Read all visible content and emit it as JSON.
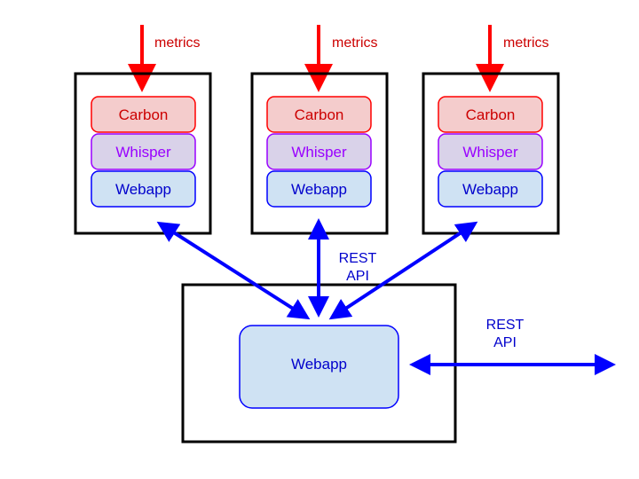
{
  "colors": {
    "metrics_arrow": "#ff0000",
    "api_arrow": "#0000ff",
    "container_border": "#000000",
    "carbon_fill": "#f4cccc",
    "carbon_stroke": "#ff0000",
    "carbon_text": "#cc0000",
    "whisper_fill": "#d9d2e9",
    "whisper_stroke": "#9900ff",
    "whisper_text": "#9900ff",
    "webapp_fill": "#cfe2f3",
    "webapp_stroke": "#0000ff",
    "webapp_text": "#0000cc",
    "api_text": "#0000cc"
  },
  "nodes": [
    {
      "metrics_label": "metrics",
      "carbon_label": "Carbon",
      "whisper_label": "Whisper",
      "webapp_label": "Webapp"
    },
    {
      "metrics_label": "metrics",
      "carbon_label": "Carbon",
      "whisper_label": "Whisper",
      "webapp_label": "Webapp"
    },
    {
      "metrics_label": "metrics",
      "carbon_label": "Carbon",
      "whisper_label": "Whisper",
      "webapp_label": "Webapp"
    }
  ],
  "frontend": {
    "webapp_label": "Webapp"
  },
  "rest_api_internal": {
    "line1": "REST",
    "line2": "API"
  },
  "rest_api_external": {
    "line1": "REST",
    "line2": "API"
  }
}
